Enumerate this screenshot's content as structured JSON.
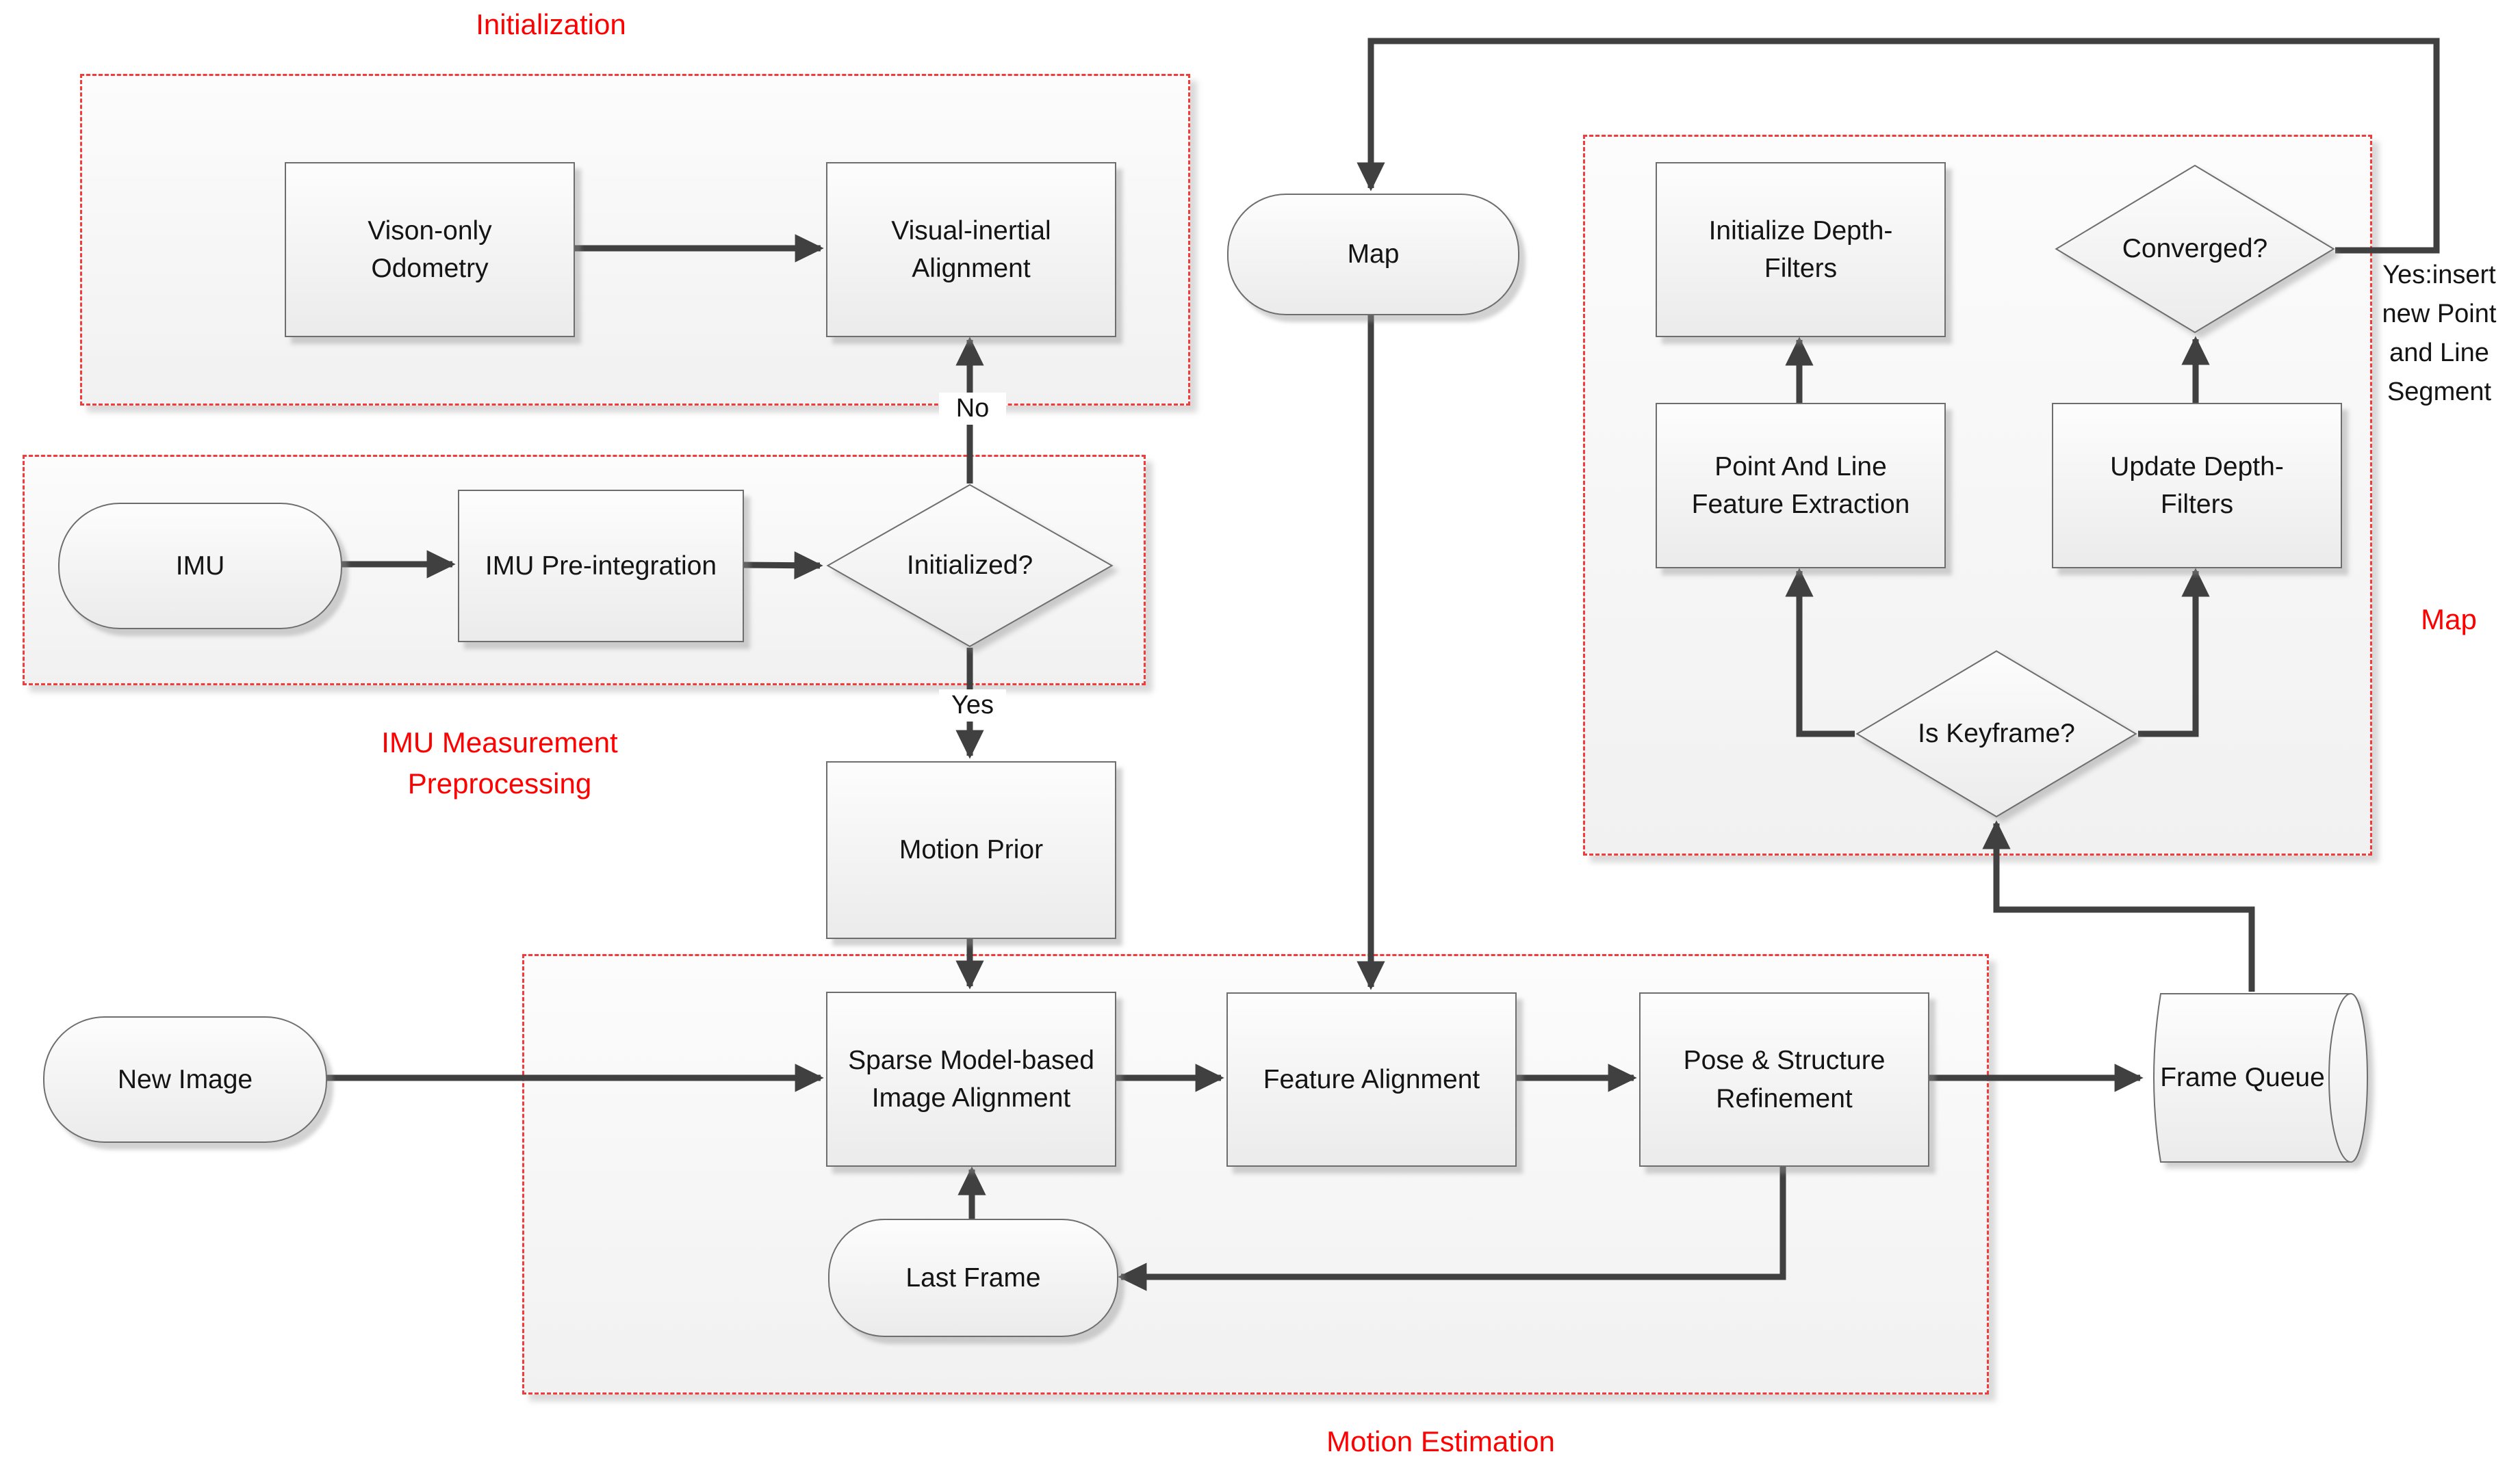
{
  "nodes": {
    "vision_only": {
      "label": "Vison-only\nOdometry"
    },
    "visual_inertial": {
      "label": "Visual-inertial\nAlignment"
    },
    "imu": {
      "label": "IMU"
    },
    "imu_preintegration": {
      "label": "IMU Pre-integration"
    },
    "initialized": {
      "label": "Initialized?"
    },
    "motion_prior": {
      "label": "Motion Prior"
    },
    "new_image": {
      "label": "New Image"
    },
    "sparse_alignment": {
      "label": "Sparse Model-based\nImage Alignment"
    },
    "feature_alignment": {
      "label": "Feature Alignment"
    },
    "pose_structure": {
      "label": "Pose & Structure\nRefinement"
    },
    "frame_queue": {
      "label": "Frame Queue"
    },
    "last_frame": {
      "label": "Last Frame"
    },
    "map": {
      "label": "Map"
    },
    "init_depth_filters": {
      "label": "Initialize Depth-\nFilters"
    },
    "point_line_extraction": {
      "label": "Point And Line\nFeature Extraction"
    },
    "update_depth_filters": {
      "label": "Update Depth-\nFilters"
    },
    "converged": {
      "label": "Converged?"
    },
    "is_keyframe": {
      "label": "Is Keyframe?"
    }
  },
  "regions": {
    "initialization": {
      "label": "Initialization"
    },
    "imu_preprocessing": {
      "label": "IMU Measurement\nPreprocessing"
    },
    "motion_estimation": {
      "label": "Motion Estimation"
    },
    "map": {
      "label": "Map"
    }
  },
  "edge_labels": {
    "no": "No",
    "yes": "Yes",
    "converged_yes": "Yes:insert\nnew Point\nand Line\nSegment"
  },
  "colors": {
    "region_dash_red": "#f23b3b",
    "label_red": "#ff0000",
    "connector_gray": "#404040",
    "shape_border_gray": "#6e6e6e",
    "text_black": "#141414"
  }
}
